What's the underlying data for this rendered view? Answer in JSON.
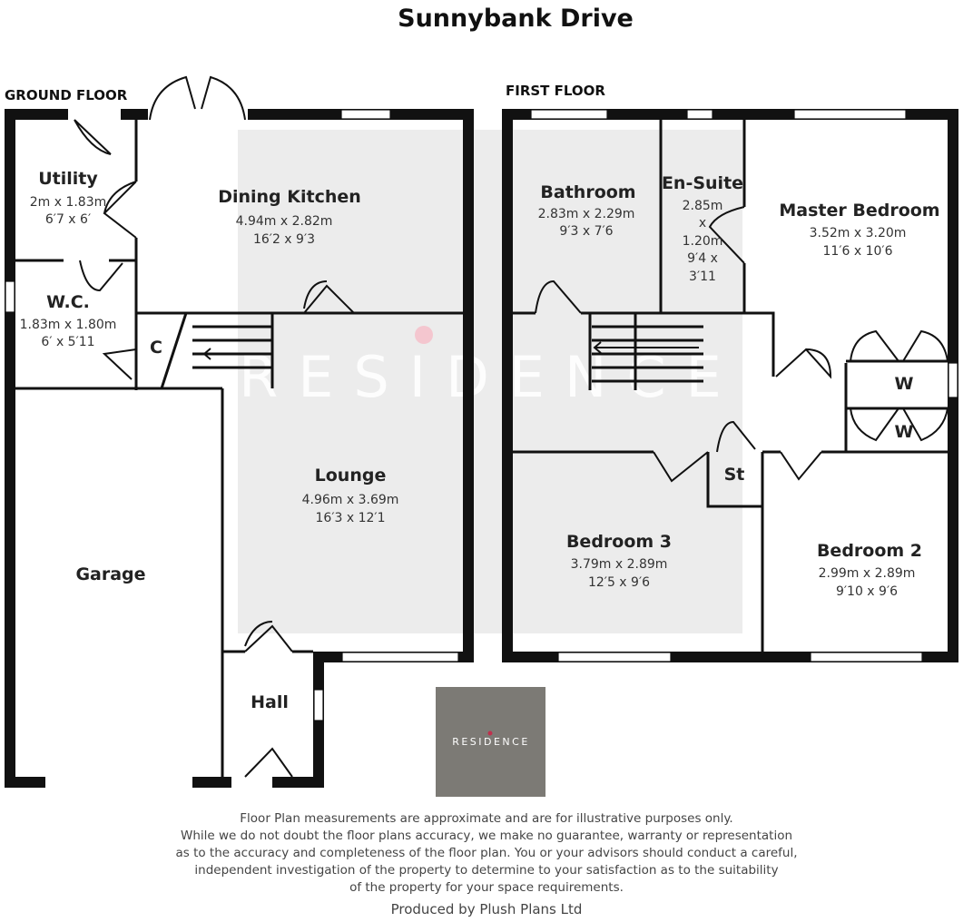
{
  "title": "Sunnybank Drive",
  "ground_floor": {
    "label": "GROUND FLOOR",
    "rooms": {
      "utility": {
        "name": "Utility",
        "metric": "2m x 1.83m",
        "imperial": "6′7 x 6′"
      },
      "wc": {
        "name": "W.C.",
        "metric": "1.83m x 1.80m",
        "imperial": "6′ x 5′11"
      },
      "cupboard": {
        "name": "C"
      },
      "dining_kitchen": {
        "name": "Dining Kitchen",
        "metric": "4.94m x 2.82m",
        "imperial": "16′2 x 9′3"
      },
      "lounge": {
        "name": "Lounge",
        "metric": "4.96m x 3.69m",
        "imperial": "16′3 x 12′1"
      },
      "garage": {
        "name": "Garage"
      },
      "hall": {
        "name": "Hall"
      }
    }
  },
  "first_floor": {
    "label": "FIRST FLOOR",
    "rooms": {
      "bathroom": {
        "name": "Bathroom",
        "metric": "2.83m x 2.29m",
        "imperial": "9′3 x 7′6"
      },
      "ensuite": {
        "name": "En-Suite",
        "metric_a": "2.85m",
        "x": "x",
        "metric_b": "1.20m",
        "imperial_a": "9′4 x",
        "imperial_b": "3′11"
      },
      "master": {
        "name": "Master Bedroom",
        "metric": "3.52m x 3.20m",
        "imperial": "11′6 x 10′6"
      },
      "wardrobe1": {
        "name": "W"
      },
      "wardrobe2": {
        "name": "W"
      },
      "store": {
        "name": "St"
      },
      "bedroom3": {
        "name": "Bedroom 3",
        "metric": "3.79m x 2.89m",
        "imperial": "12′5 x 9′6"
      },
      "bedroom2": {
        "name": "Bedroom 2",
        "metric": "2.99m x 2.89m",
        "imperial": "9′10 x 9′6"
      }
    }
  },
  "watermark": "RESIDENCE",
  "logo": "RESIDENCE",
  "disclaimer": [
    "Floor Plan measurements are approximate and are for illustrative purposes only.",
    "While we do not doubt the floor plans accuracy, we make no guarantee, warranty or representation",
    "as to the accuracy and completeness of the floor plan. You or your advisors should conduct a careful,",
    "independent investigation of the property to determine to your satisfaction as to the suitability",
    "of the property for your space requirements."
  ],
  "producer": "Produced by Plush Plans Ltd"
}
